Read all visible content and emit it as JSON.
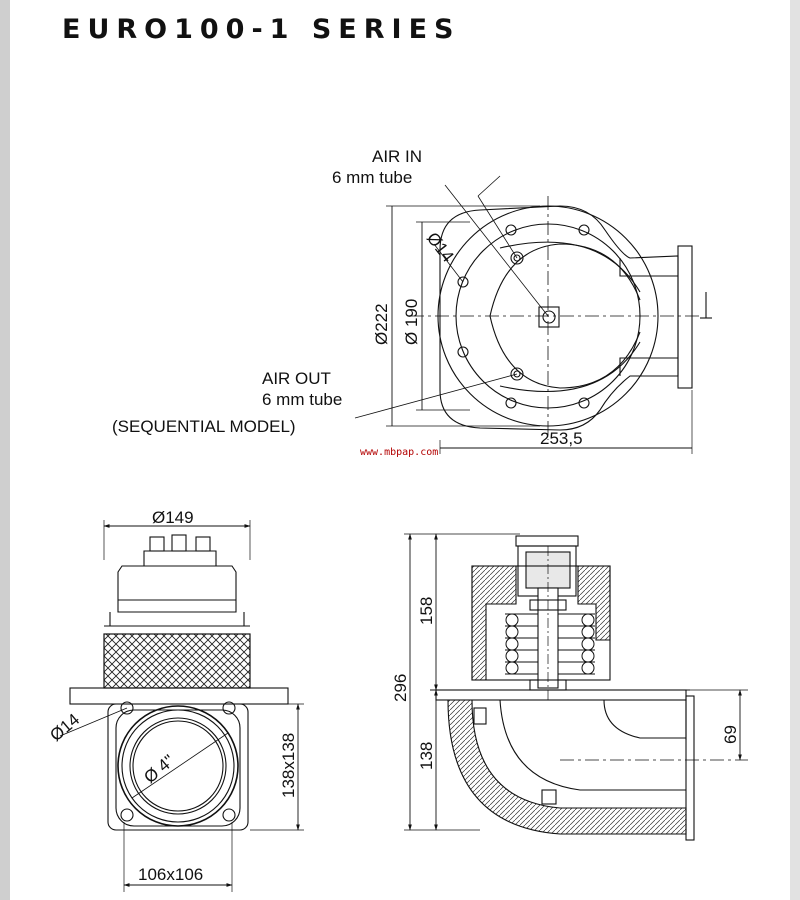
{
  "title": "EURO100-1 SERIES",
  "watermark": "www.mbpap.com",
  "top_view": {
    "air_in_line1": "AIR IN",
    "air_in_line2": "6 mm tube",
    "air_out_line1": "AIR OUT",
    "air_out_line2": "6 mm tube",
    "air_out_line3": "(SEQUENTIAL MODEL)",
    "dim_outer": "Ø222",
    "dim_inner": "Ø 190",
    "dim_hole": "Ø14",
    "dim_length": "253,5"
  },
  "front_view": {
    "dim_top": "Ø149",
    "dim_hole": "Ø14",
    "dim_port": "Ø 4\"",
    "dim_flange": "138x138",
    "dim_bolt": "106x106"
  },
  "side_view": {
    "dim_total": "296",
    "dim_upper": "158",
    "dim_lower": "138",
    "dim_offset": "69"
  }
}
